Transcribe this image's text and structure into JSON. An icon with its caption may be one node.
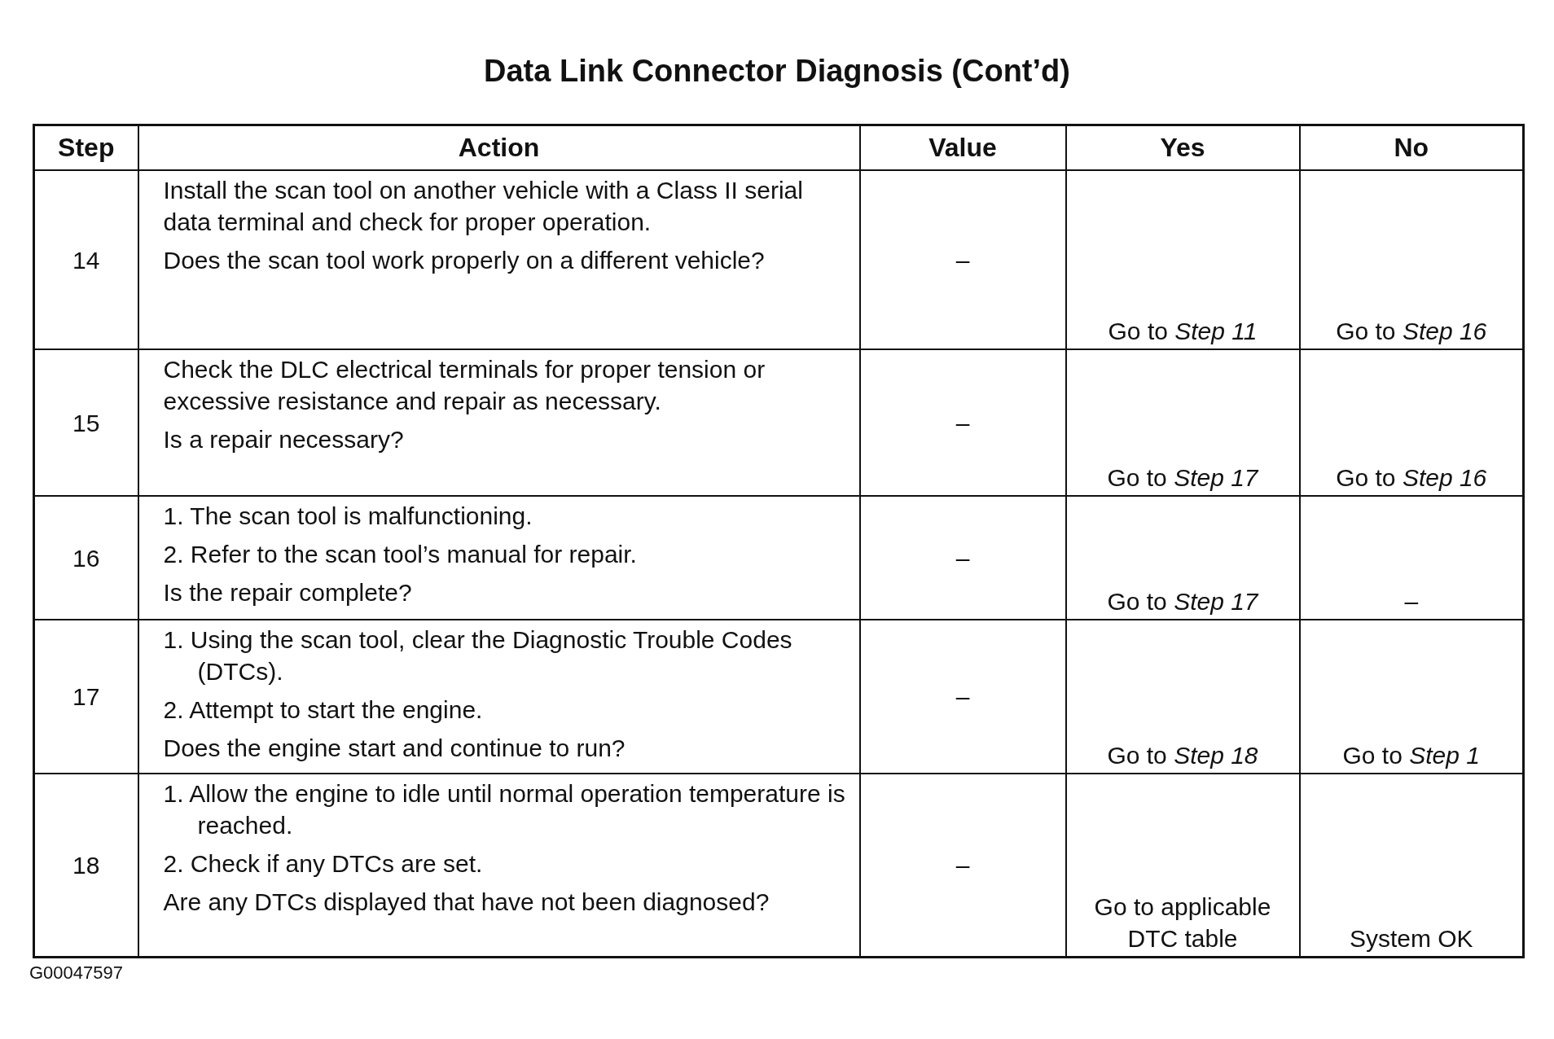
{
  "diagram": {
    "title": "Data Link Connector Diagnosis (Cont’d)",
    "labels": [
      "Step",
      "Action",
      "Value",
      "Yes",
      "No",
      "14",
      "Install the scan tool on another vehicle with a Class II serial data terminal and check for proper operation.",
      "Does the scan tool work properly on a different vehicle?",
      "–",
      "Go to *Step 11*",
      "Go to *Step 16*",
      "15",
      "Check the DLC electrical terminals for proper tension or excessive resistance and repair as necessary.",
      "Is a repair necessary?",
      "–",
      "Go to *Step 17*",
      "Go to *Step 16*",
      "16",
      "1. The scan tool is malfunctioning.",
      "2. Refer to the scan tool’s manual for repair.",
      "Is the repair complete?",
      "–",
      "Go to *Step 17*",
      "–",
      "17",
      "1. Using the scan tool, clear the Diagnostic Trouble Codes (DTCs).",
      "2. Attempt to start the engine.",
      "Does the engine start and continue to run?",
      "–",
      "Go to *Step 18*",
      "Go to *Step 1*",
      "18",
      "1. Allow the engine to idle until normal operation temperature is reached.",
      "2. Check if any DTCs are set.",
      "Are any DTCs displayed that have not been diagnosed?",
      "–",
      "Go to applicable DTC table",
      "System OK",
      "G00047597"
    ]
  }
}
